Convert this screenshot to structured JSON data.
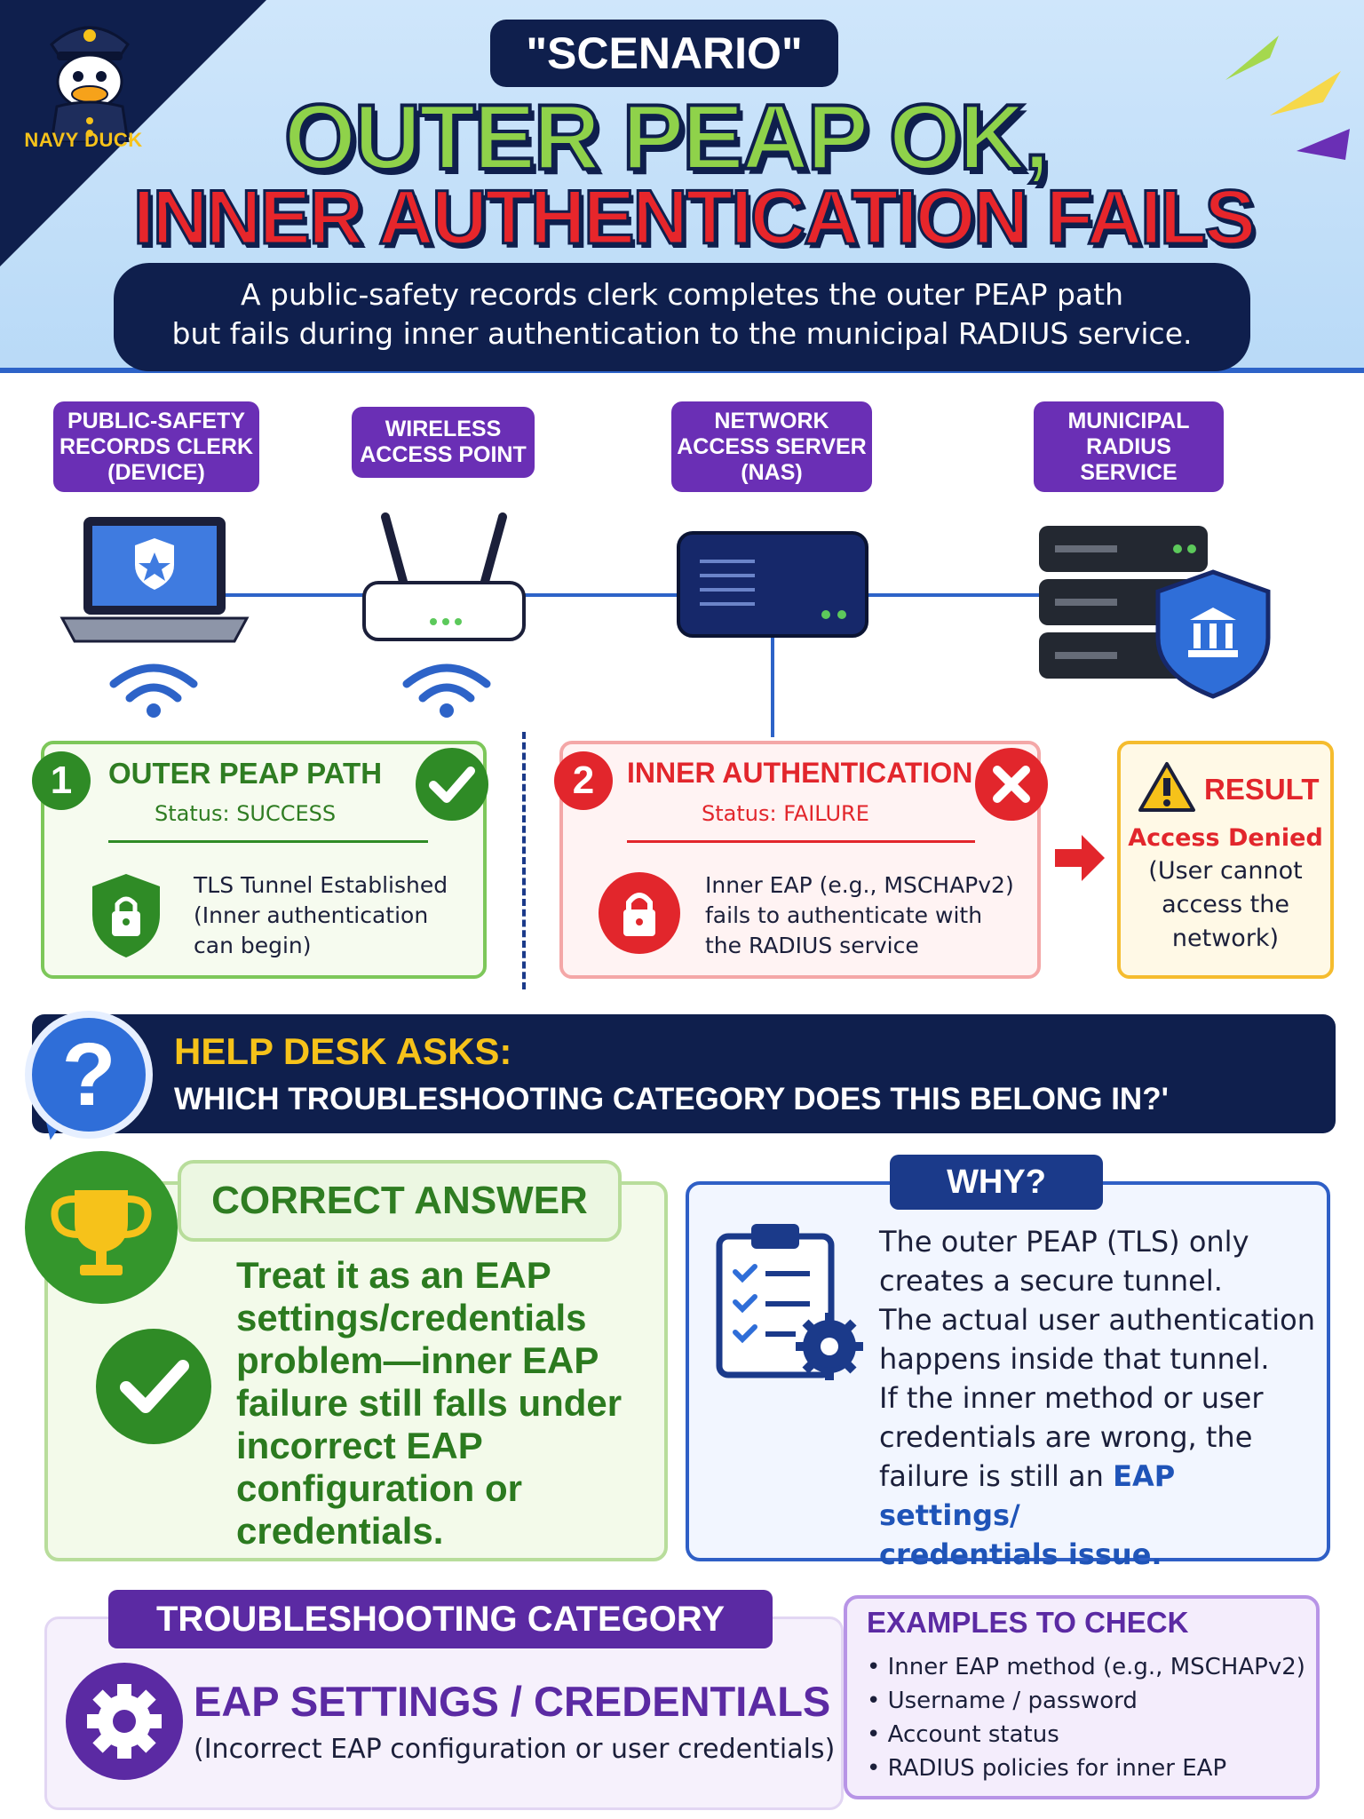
{
  "header": {
    "brand": "NAVY DUCK",
    "scenario_label": "\"SCENARIO\"",
    "headline_line1": "OUTER PEAP OK,",
    "headline_line2": "INNER AUTHENTICATION FAILS",
    "subtitle_line1": "A public-safety records clerk completes the outer PEAP path",
    "subtitle_line2": "but fails during inner authentication to the municipal RADIUS service."
  },
  "network": {
    "nodes": [
      {
        "label_lines": [
          "PUBLIC-SAFETY",
          "RECORDS CLERK",
          "(DEVICE)"
        ],
        "icon": "laptop-shield-icon"
      },
      {
        "label_lines": [
          "WIRELESS",
          "ACCESS POINT"
        ],
        "icon": "wireless-router-icon"
      },
      {
        "label_lines": [
          "NETWORK",
          "ACCESS SERVER",
          "(NAS)"
        ],
        "icon": "server-icon"
      },
      {
        "label_lines": [
          "MUNICIPAL",
          "RADIUS",
          "SERVICE"
        ],
        "icon": "server-stack-shield-icon"
      }
    ]
  },
  "outer": {
    "number": "1",
    "title": "OUTER PEAP PATH",
    "status": "Status: SUCCESS",
    "body_lines": [
      "TLS Tunnel Established",
      "(Inner authentication",
      "can begin)"
    ],
    "color": "#2f8b26"
  },
  "inner": {
    "number": "2",
    "title": "INNER AUTHENTICATION",
    "status": "Status: FAILURE",
    "body_lines": [
      "Inner EAP (e.g., MSCHAPv2)",
      "fails to authenticate with",
      "the RADIUS service"
    ],
    "color": "#e2262c"
  },
  "result": {
    "title": "RESULT",
    "status": "Access Denied",
    "body_lines": [
      "(User cannot",
      "access the",
      "network)"
    ]
  },
  "helpdesk": {
    "title": "HELP DESK ASKS:",
    "question": "WHICH TROUBLESHOOTING CATEGORY DOES THIS BELONG IN?'"
  },
  "answer": {
    "tab": "CORRECT ANSWER",
    "text_lines": [
      "Treat it as an EAP",
      "settings/credentials",
      "problem—inner EAP",
      "failure still falls under",
      "incorrect EAP",
      "configuration or",
      "credentials."
    ]
  },
  "why": {
    "tab": "WHY?",
    "lines": [
      "The outer PEAP (TLS) only",
      "creates a secure tunnel.",
      "The actual user authentication",
      "happens inside that tunnel.",
      "If the inner method or user",
      "credentials are wrong, the"
    ],
    "line7_plain": "failure is still an ",
    "line7_highlight": "EAP settings/",
    "line8_highlight": "credentials issue."
  },
  "category": {
    "tab": "TROUBLESHOOTING CATEGORY",
    "title": "EAP SETTINGS / CREDENTIALS",
    "subtitle": "(Incorrect EAP configuration or user credentials)"
  },
  "examples": {
    "title": "EXAMPLES TO CHECK",
    "items": [
      "Inner EAP method (e.g., MSCHAPv2)",
      "Username / password",
      "Account status",
      "RADIUS policies for inner EAP"
    ]
  }
}
